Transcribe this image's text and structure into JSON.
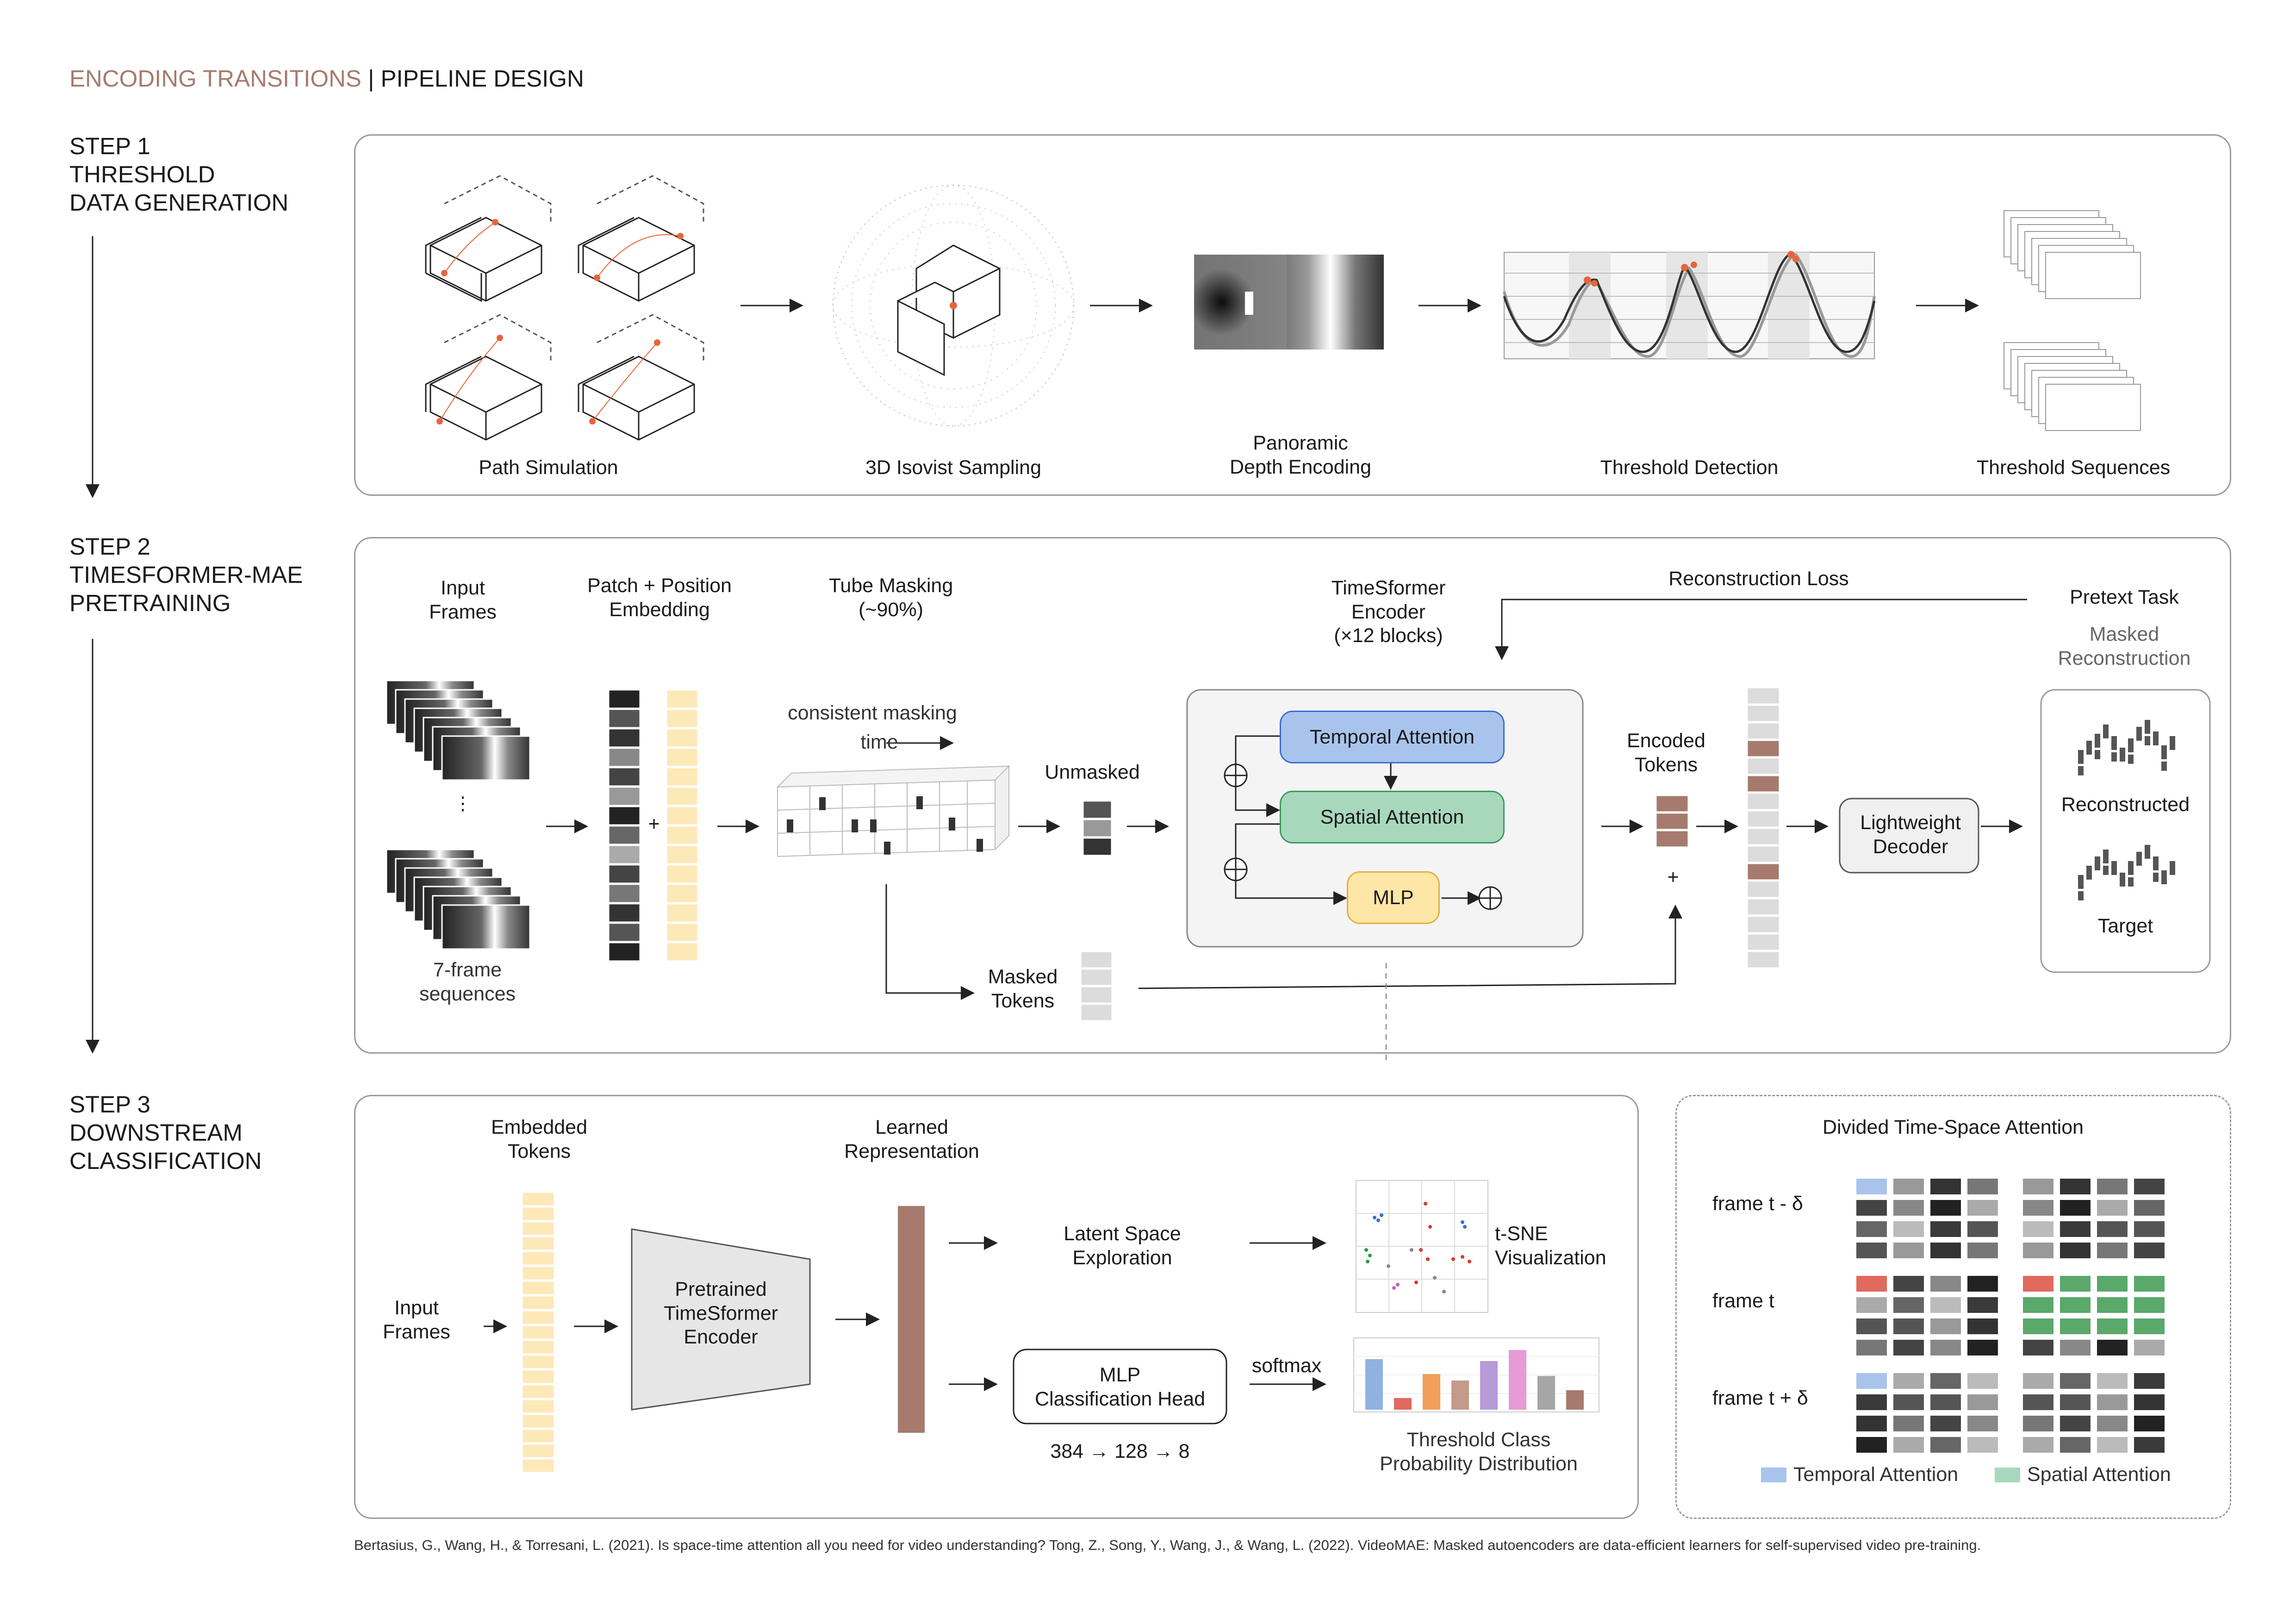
{
  "header": {
    "title_accent": "ENCODING TRANSITIONS",
    "title_rest": " | PIPELINE DESIGN"
  },
  "colors": {
    "accent": "#a67b6e",
    "temporal": "#a9c4ec",
    "spatial": "#a8d8bc",
    "mlp": "#fde6a6",
    "token": "#fde9b8",
    "masked_brown": "#a67b6e",
    "highlight": "#e8643a"
  },
  "steps": {
    "step1": "STEP 1\nTHRESHOLD\nDATA GENERATION",
    "step2": "STEP 2\nTIMESFORMER-MAE\nPRETRAINING",
    "step3": "STEP 3\nDOWNSTREAM\nCLASSIFICATION"
  },
  "stage1": {
    "path_simulation": "Path Simulation",
    "isovist": "3D Isovist Sampling",
    "panoramic": "Panoramic\nDepth Encoding",
    "threshold_detection": "Threshold Detection",
    "threshold_sequences": "Threshold Sequences"
  },
  "stage2": {
    "input_frames": "Input\nFrames",
    "patch_position": "Patch + Position\nEmbedding",
    "tube_masking": "Tube Masking\n(~90%)",
    "timesformer_encoder": "TimeSformer\nEncoder\n(×12 blocks)",
    "reconstruction_loss": "Reconstruction Loss",
    "pretext_task": "Pretext Task",
    "masked_reconstruction": "Masked\nReconstruction",
    "consistent_masking": "consistent masking",
    "time": "time",
    "unmasked": "Unmasked",
    "temporal_attention": "Temporal Attention",
    "spatial_attention": "Spatial Attention",
    "mlp": "MLP",
    "encoded_tokens": "Encoded\nTokens",
    "lightweight_decoder": "Lightweight\nDecoder",
    "reconstructed": "Reconstructed",
    "target": "Target",
    "seven_frame": "7-frame\nsequences",
    "masked_tokens": "Masked\nTokens",
    "ellipsis": "⋮",
    "plus": "+"
  },
  "stage3": {
    "embedded_tokens": "Embedded\nTokens",
    "learned_representation": "Learned\nRepresentation",
    "input_frames": "Input\nFrames",
    "pretrained_encoder": "Pretrained\nTimeSformer\nEncoder",
    "latent_space": "Latent Space\nExploration",
    "tsne": "t-SNE\nVisualization",
    "mlp_head": "MLP\nClassification Head",
    "softmax": "softmax",
    "dims": "384 → 128 → 8",
    "threshold_class": "Threshold Class\nProbability Distribution"
  },
  "attention_panel": {
    "title": "Divided Time-Space Attention",
    "frame_minus": "frame t - δ",
    "frame_t": "frame t",
    "frame_plus": "frame t + δ",
    "legend_temporal": "Temporal Attention",
    "legend_spatial": "Spatial Attention"
  },
  "probability_bars": {
    "values": [
      0.78,
      0.18,
      0.55,
      0.45,
      0.75,
      0.92,
      0.52,
      0.3
    ],
    "colors": [
      "#8fb3e0",
      "#e06a5e",
      "#f0a058",
      "#c49a8a",
      "#b79ad8",
      "#e69ad6",
      "#a6a6a6",
      "#a67b6e"
    ]
  },
  "footer": "Bertasius, G., Wang, H., & Torresani, L. (2021). Is space-time attention all you need for video understanding?  Tong, Z., Song, Y., Wang, J., & Wang, L. (2022). VideoMAE: Masked autoencoders are data-efficient learners for self-supervised video pre-training."
}
